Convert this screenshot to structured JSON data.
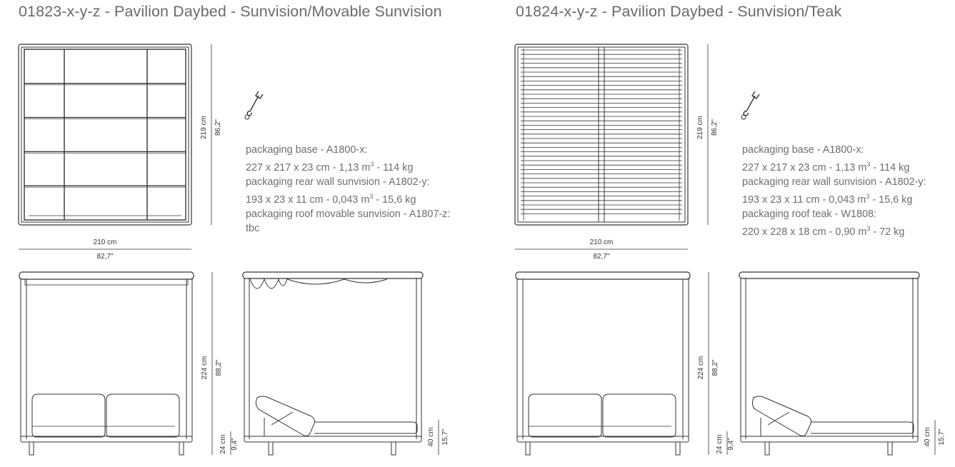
{
  "products": [
    {
      "title": "01823-x-y-z - Pavilion Daybed - Sunvision/Movable Sunvision",
      "spec_lines": [
        {
          "text": "packaging base - A1800-x:"
        },
        {
          "pre": "227 x 217 x 23 cm - 1,13 m",
          "sup": "3",
          "post": " - 114 kg"
        },
        {
          "text": "packaging rear wall sunvision - A1802-y:"
        },
        {
          "pre": "193 x 23 x 11 cm - 0,043 m",
          "sup": "3",
          "post": " - 15,6 kg"
        },
        {
          "text": "packaging roof movable sunvision - A1807-z:"
        },
        {
          "text": "tbc"
        }
      ],
      "roof": "movable-sunvision"
    },
    {
      "title": "01824-x-y-z - Pavilion Daybed - Sunvision/Teak",
      "spec_lines": [
        {
          "text": "packaging base - A1800-x:"
        },
        {
          "pre": "227 x 217 x 23 cm - 1,13 m",
          "sup": "3",
          "post": " - 114 kg"
        },
        {
          "text": "packaging rear wall sunvision - A1802-y:"
        },
        {
          "pre": "193 x 23 x 11 cm - 0,043 m",
          "sup": "3",
          "post": " - 15,6 kg"
        },
        {
          "text": "packaging roof teak - W1808:"
        },
        {
          "pre": "220 x 228 x 18 cm - 0,90 m",
          "sup": "3",
          "post": " - 72 kg"
        }
      ],
      "roof": "teak"
    }
  ],
  "dimensions": {
    "depth_cm": "219 cm",
    "depth_in": "86,2\"",
    "width_cm": "210 cm",
    "width_in": "82,7\"",
    "height_cm": "224 cm",
    "height_in": "88,2\"",
    "seat_cm": "24 cm",
    "seat_in": "9,4\"",
    "lounger_cm": "40 cm",
    "lounger_in": "15,7\""
  },
  "icons": {
    "assembly": "wrench-icon"
  },
  "colors": {
    "line": "#333333",
    "text": "#6e6e6e"
  }
}
